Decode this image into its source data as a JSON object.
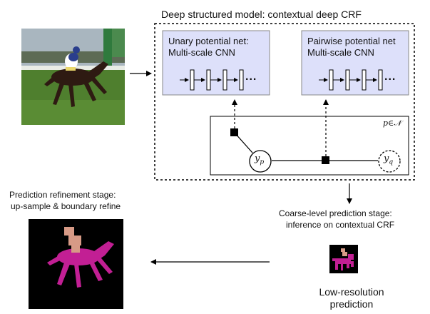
{
  "title": "Deep structured model: contextual deep CRF",
  "unary": {
    "line1": "Unary potential net:",
    "line2": "Multi-scale CNN",
    "dots": "..."
  },
  "pairwise": {
    "line1": "Pairwise potential net",
    "line2": "Multi-scale CNN",
    "dots": "..."
  },
  "crf": {
    "neighborhood_label": "p∈𝒩",
    "node_p": "y",
    "node_p_sub": "p",
    "node_q": "y",
    "node_q_sub": "q"
  },
  "coarse_stage": {
    "line1": "Coarse-level prediction stage:",
    "line2": "inference on contextual CRF"
  },
  "refine_stage": {
    "line1": "Prediction refinement stage:",
    "line2": "up-sample & boundary refine"
  },
  "low_res": {
    "line1": "Low-resolution",
    "line2": "prediction"
  },
  "colors": {
    "net_box_fill": "#dde0fa",
    "segment_magenta": "#c21f94",
    "segment_jockey": "#d79a86",
    "mask_background": "#000000",
    "photo_grass": "#4f7f2e"
  },
  "icons": {
    "input_photo": "horse-racing-photo",
    "high_res_mask": "horse-segmentation-mask",
    "low_res_mask": "horse-segmentation-mask-small",
    "factor": "black-square-factor-node"
  }
}
